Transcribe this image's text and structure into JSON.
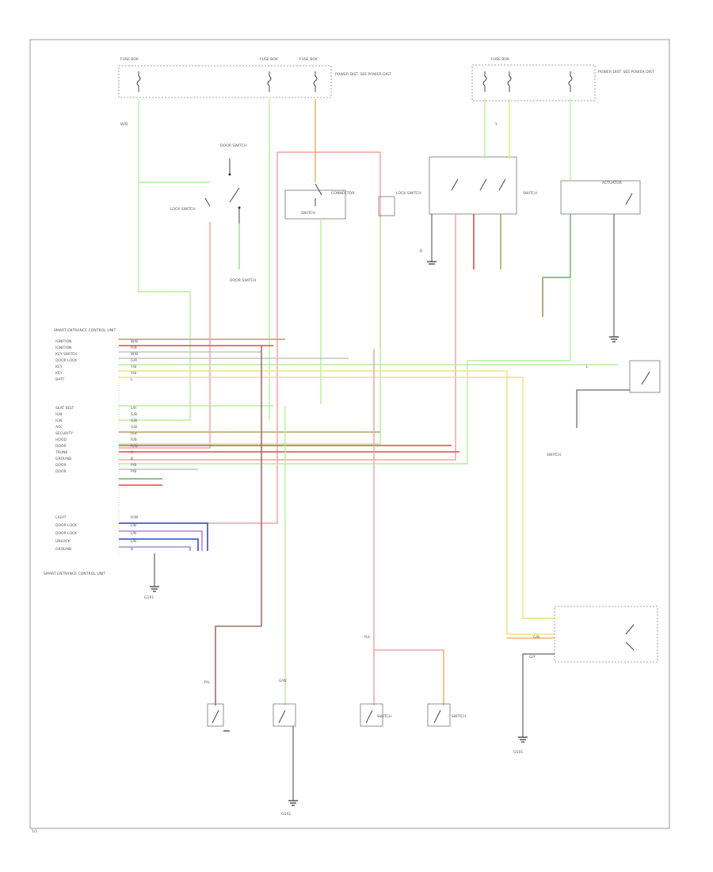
{
  "labels": {
    "fuse1": "FUSE BOX",
    "fuse2": "FUSE BOX",
    "fuse3": "FUSE BOX",
    "fuse4": "FUSE BOX",
    "fuse_desc_left": "POWER DIST. SEE POWER DIST.",
    "fuse_desc_right": "POWER DIST. SEE POWER DIST.",
    "ecu_title": "SMART ENTRANCE CONTROL UNIT",
    "ecu_note": "SMART ENTRANCE CONTROL UNIT",
    "gnd": "G101",
    "corner": "1/1"
  },
  "ecu_pins_1": [
    "IGNITION",
    "IGNITION",
    "KEY SWITCH",
    "DOOR LOCK",
    "KEY",
    "KEY",
    "BATT"
  ],
  "ecu_pins_2": [
    "SEAT BELT",
    "IGN",
    "IGN",
    "ACC",
    "SECURITY",
    "HOOD",
    "DOOR",
    "TRUNK",
    "GROUND",
    "DOOR",
    "DOOR"
  ],
  "ecu_pins_3": [
    "LIGHT",
    "DOOR LOCK",
    "DOOR LOCK",
    "UNLOCK",
    "GROUND"
  ],
  "wire_codes_1": [
    "W/B",
    "R/B",
    "W/B",
    "G/R",
    "Y/B",
    "Y/B",
    "L"
  ],
  "wire_codes_2": [
    "L/R",
    "G/B",
    "G/B",
    "G/B",
    "R/B",
    "R/B",
    "R/W",
    "R",
    "B",
    "P/B",
    "P/B"
  ],
  "wire_codes_3": [
    "R/W",
    "L/B",
    "L/B",
    "L/B",
    "B"
  ],
  "components": [
    "DOOR SWITCH",
    "LOCK SWITCH",
    "CONNECTOR",
    "DOOR SWITCH",
    "SWITCH",
    "LOCK SWITCH",
    "SWITCH",
    "ACTUATOR",
    "SWITCH",
    "SWITCH",
    "SWITCH"
  ],
  "wires": [
    "W/B",
    "Y",
    "R/L",
    "G/B",
    "L",
    "G/Y",
    "B",
    "G/W",
    "P/L"
  ]
}
